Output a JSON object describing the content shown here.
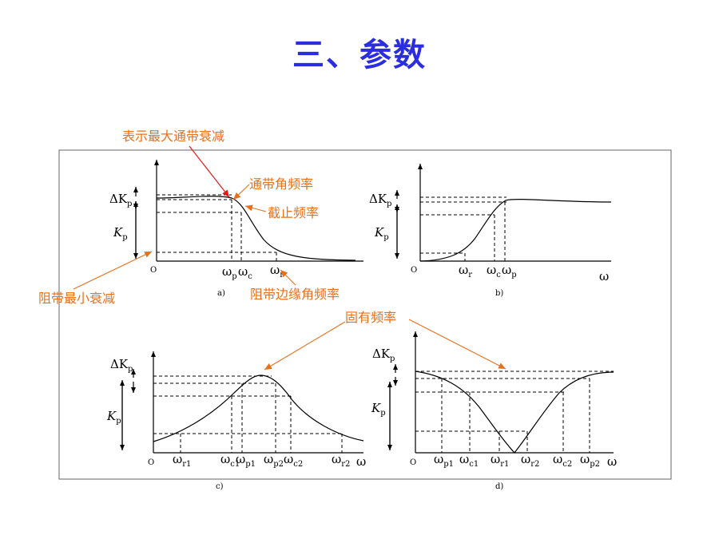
{
  "slide": {
    "title": "三、参数"
  },
  "annotations": {
    "max_passband_attenuation": "表示最大通带衰减",
    "passband_edge_freq": "通带角频率",
    "cutoff_freq": "截止频率",
    "min_stopband_attenuation": "阻带最小衰减",
    "stopband_edge_freq": "阻带边缘角频率",
    "natural_freq": "固有频率"
  },
  "labels": {
    "delta_k": "ΔK",
    "k": "K",
    "p_sub": "p",
    "origin": "O",
    "omega": "ω",
    "sub_p": "p",
    "sub_c": "c",
    "sub_r": "r",
    "sub_c1": "c1",
    "sub_p1": "p1",
    "sub_p2": "p2",
    "sub_c2": "c2",
    "sub_r1": "r1",
    "sub_r2": "r2",
    "panel_a": "a)",
    "panel_b": "b)",
    "panel_c": "c)",
    "panel_d": "d)"
  },
  "colors": {
    "title": "#2b2ee0",
    "annotation": "#e8701a",
    "arrow_red": "#e21a1a"
  }
}
